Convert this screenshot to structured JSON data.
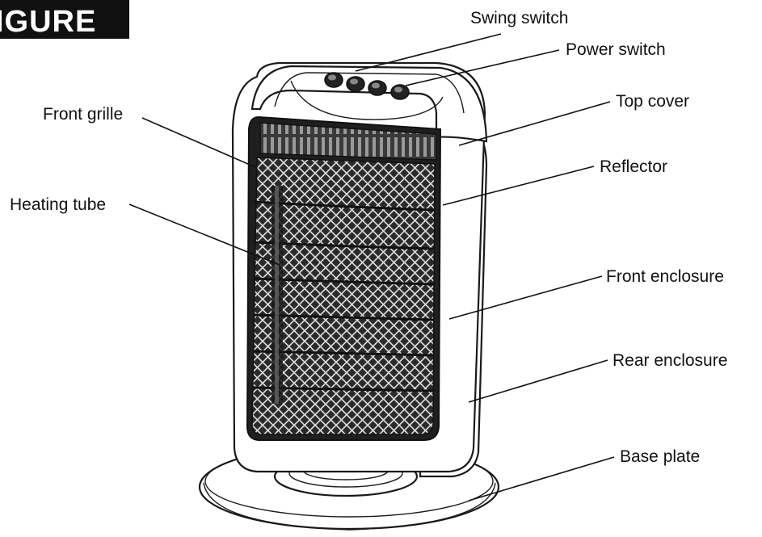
{
  "banner": {
    "text": "IGURE"
  },
  "labels": {
    "swing_switch": "Swing switch",
    "power_switch": "Power switch",
    "top_cover": "Top cover",
    "front_grille": "Front grille",
    "reflector": "Reflector",
    "heating_tube": "Heating tube",
    "front_enclosure": "Front enclosure",
    "rear_enclosure": "Rear enclosure",
    "base_plate": "Base plate"
  },
  "colors": {
    "ink": "#111111",
    "banner_bg": "#111111",
    "background": "#ffffff"
  }
}
